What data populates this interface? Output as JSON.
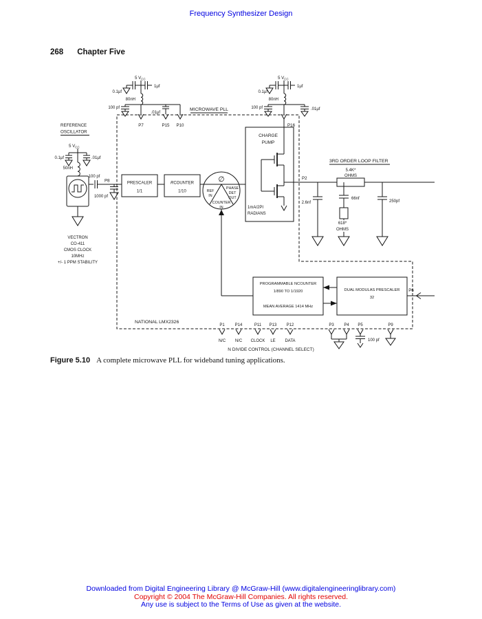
{
  "page": {
    "running_head": "Frequency Synthesizer Design",
    "page_number": "268",
    "chapter_title": "Chapter Five",
    "caption": {
      "label": "Figure 5.10",
      "text": "A complete microwave PLL for wideband tuning applications."
    },
    "footer": {
      "line1": "Downloaded from Digital Engineering Library @ McGraw-Hill (www.digitalengineeringlibrary.com)",
      "line2": "Copyright © 2004 The McGraw-Hill Companies. All rights reserved.",
      "line3": "Any use is subject to the Terms of Use as given at the website."
    }
  },
  "colors": {
    "link_blue": "#0000e0",
    "copyright_red": "#e00000",
    "ink": "#151515"
  },
  "sch": {
    "ref": {
      "title1": "REFERENCE",
      "title2": "OSCILLATOR",
      "vcc": "5 V",
      "vcc_sub": "CC",
      "c_bypass1": "0.1μf",
      "c_bypass2": ".01μf",
      "l1": "50nH",
      "c_series": "100 pf",
      "pin": "P8",
      "c_shunt": "1000 pf",
      "device": [
        "VECTRON",
        "CO-411",
        "CMOS CLOCK",
        "10MHz",
        "+/- 1 PPM STABILITY"
      ]
    },
    "supply_left": {
      "vcc": "5 V",
      "vcc_sub": "CC",
      "c1": "0.1μf",
      "c2": "1μf",
      "l": "80nH",
      "c3": "100 pf",
      "c4": ".01μf",
      "pin1": "P7",
      "pin2": "P15",
      "pin3": "P10"
    },
    "supply_right": {
      "vcc": "5 V",
      "vcc_sub": "CC",
      "c1": "0.1μf",
      "c2": "1μf",
      "l": "80nH",
      "c3": "100 pf",
      "c4": ".01μf",
      "pin": "P16"
    },
    "pll": {
      "title": "MICROWAVE PLL",
      "chip": "NATIONAL LMX2326",
      "prescaler1": "PRESCALER",
      "prescaler2": "1/1",
      "rcounter_r": "R",
      "rcounter_rest": "COUNTER",
      "rcounter2": "1/10",
      "phase_symbol": "∅",
      "pd_ref1": "REF",
      "pd_ref2": "IN",
      "pd_out1": "PHASE",
      "pd_out2": "DET",
      "pd_out3": "OUT",
      "pd_cnt1": "COUNTER",
      "pd_cnt2": "IN",
      "cp1": "CHARGE",
      "cp2": "PUMP",
      "cp_i1": "1mA/2PI",
      "cp_i2": "RADIANS",
      "nc1": "PROGRAMMABLE NCOUNTER",
      "nc2": "1/890 TO 1/1920",
      "nc3": "MEAN AVERAGE 1414 MHz",
      "dm1": "DUAL MODULAS PRESCALER",
      "dm2": "32",
      "pin_p6": "P6"
    },
    "filter": {
      "title": "3RD ORDER LOOP FILTER",
      "pin": "P2",
      "r1a": "5.4K*",
      "r1b": "OHMS",
      "c1": "2.6nf",
      "c2": "66nf",
      "r2a": "618*",
      "r2b": "OHMS",
      "c3": "250pf"
    },
    "pins": {
      "labels": [
        "P1",
        "P14",
        "P11",
        "P13",
        "P12"
      ],
      "signals": [
        "N/C",
        "N/C",
        "CLOCK",
        "LE",
        "DATA"
      ],
      "control": "N DIVIDE CONTROL (CHANNEL SELECT)",
      "right": [
        "P3",
        "P4",
        "P5",
        "P9"
      ],
      "cap": "100 pf"
    }
  }
}
